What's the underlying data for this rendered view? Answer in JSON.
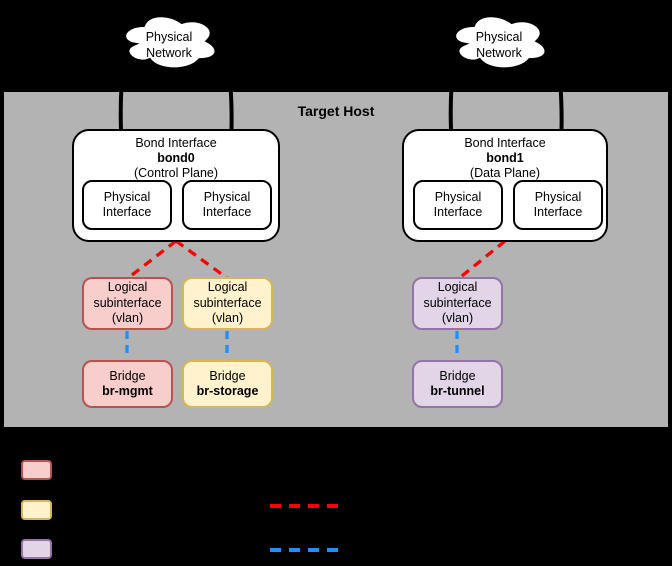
{
  "colors": {
    "background": "#000000",
    "host_fill": "#b3b3b3",
    "node_fill": "#ffffff",
    "pink_fill": "#f8cecc",
    "pink_stroke": "#b85450",
    "yellow_fill": "#fff2cc",
    "yellow_stroke": "#d6b656",
    "purple_fill": "#e1d5e7",
    "purple_stroke": "#9673a6",
    "red_dash": "#ff0000",
    "blue_dash": "#1e8fff",
    "line": "#000000"
  },
  "clouds": {
    "left_label": "Physical Network",
    "right_label": "Physical Network"
  },
  "host": {
    "title": "Target Host"
  },
  "bonds": [
    {
      "title": "Bond Interface",
      "name": "bond0",
      "plane": "(Control Plane)",
      "interfaces": [
        "Physical Interface",
        "Physical Interface"
      ]
    },
    {
      "title": "Bond Interface",
      "name": "bond1",
      "plane": "(Data Plane)",
      "interfaces": [
        "Physical Interface",
        "Physical Interface"
      ]
    }
  ],
  "logical_subinterfaces": [
    {
      "label": "Logical subinterface (vlan)",
      "color": "pink"
    },
    {
      "label": "Logical subinterface (vlan)",
      "color": "yellow"
    },
    {
      "label": "Logical subinterface (vlan)",
      "color": "purple"
    }
  ],
  "bridges": [
    {
      "title": "Bridge",
      "name": "br-mgmt",
      "color": "pink"
    },
    {
      "title": "Bridge",
      "name": "br-storage",
      "color": "yellow"
    },
    {
      "title": "Bridge",
      "name": "br-tunnel",
      "color": "purple"
    }
  ],
  "legend": {
    "swatch_colors": [
      "pink",
      "yellow",
      "purple"
    ],
    "line_colors": [
      "red",
      "blue"
    ]
  }
}
